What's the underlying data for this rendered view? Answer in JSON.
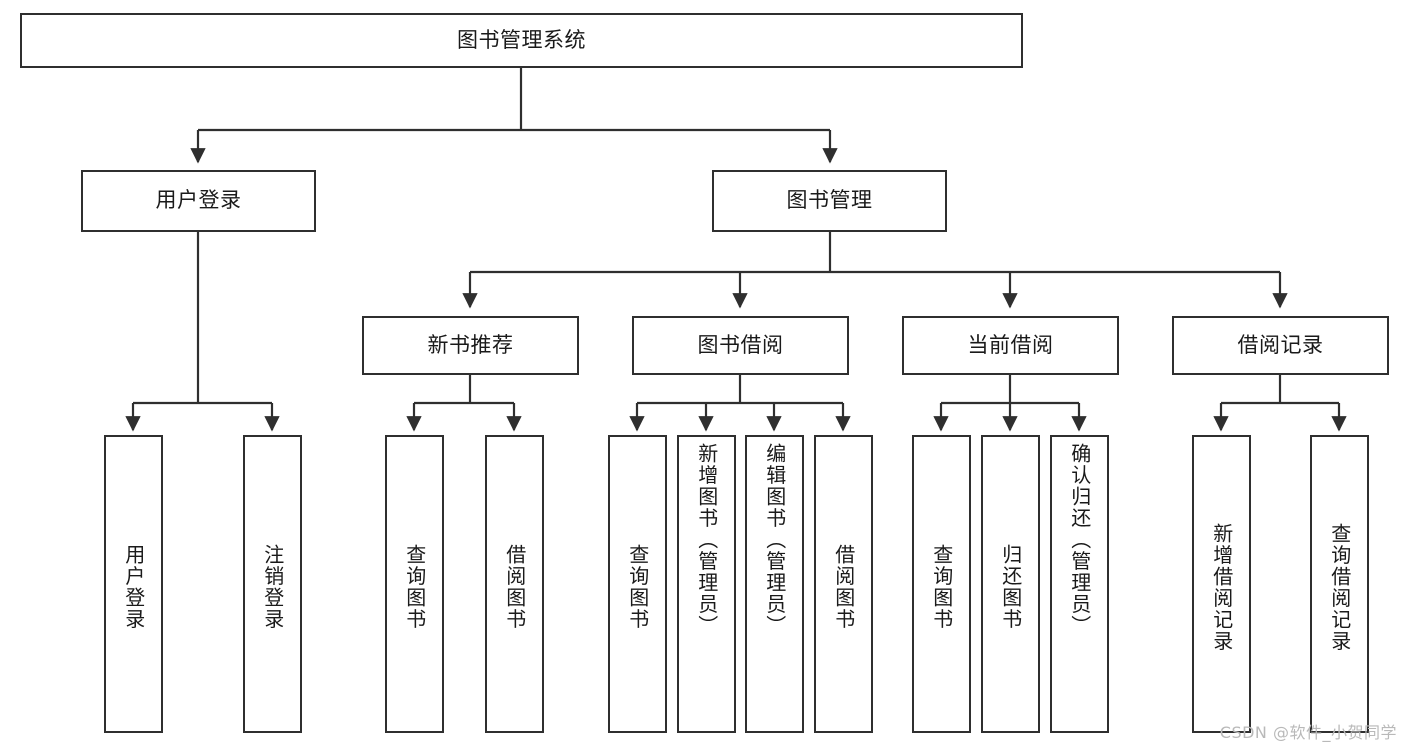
{
  "diagram": {
    "title": "图书管理系统",
    "type": "tree",
    "watermark": "CSDN @软件_小贺同学",
    "colors": {
      "box_border": "#2f2f2f",
      "box_fill": "#ffffff",
      "connector": "#2f2f2f",
      "text": "#1a1a1a",
      "watermark": "#b9b9b9"
    },
    "nodes": {
      "root": {
        "label": "图书管理系统"
      },
      "level2": [
        {
          "id": "user-login",
          "label": "用户登录"
        },
        {
          "id": "book-manage",
          "label": "图书管理"
        }
      ],
      "level3": [
        {
          "id": "new-book-recommend",
          "label": "新书推荐"
        },
        {
          "id": "book-borrow",
          "label": "图书借阅"
        },
        {
          "id": "current-borrow",
          "label": "当前借阅"
        },
        {
          "id": "borrow-record",
          "label": "借阅记录"
        }
      ],
      "leaves": {
        "user-login": [
          {
            "id": "leaf-user-login",
            "label": "用户登录"
          },
          {
            "id": "leaf-logout-login",
            "label": "注销登录"
          }
        ],
        "new-book-recommend": [
          {
            "id": "leaf-query-book-1",
            "label": "查询图书"
          },
          {
            "id": "leaf-borrow-book-1",
            "label": "借阅图书"
          }
        ],
        "book-borrow": [
          {
            "id": "leaf-query-book-2",
            "label": "查询图书"
          },
          {
            "id": "leaf-add-book",
            "label": "新增图书（管理员）"
          },
          {
            "id": "leaf-edit-book",
            "label": "编辑图书（管理员）"
          },
          {
            "id": "leaf-borrow-book-2",
            "label": "借阅图书"
          }
        ],
        "current-borrow": [
          {
            "id": "leaf-query-book-3",
            "label": "查询图书"
          },
          {
            "id": "leaf-return-book",
            "label": "归还图书"
          },
          {
            "id": "leaf-confirm-return",
            "label": "确认归还（管理员）"
          }
        ],
        "borrow-record": [
          {
            "id": "leaf-add-record",
            "label": "新增借阅记录"
          },
          {
            "id": "leaf-query-record",
            "label": "查询借阅记录"
          }
        ]
      }
    }
  }
}
